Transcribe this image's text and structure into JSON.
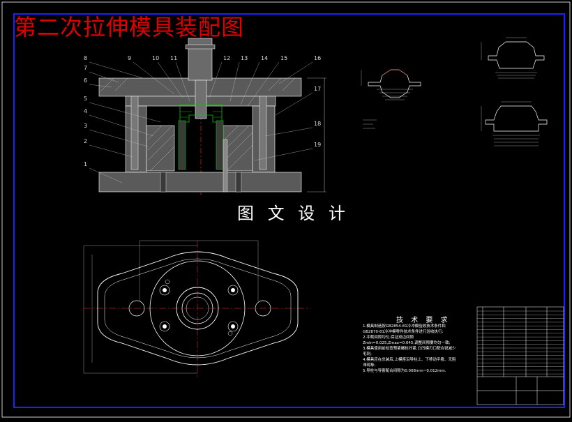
{
  "drawing": {
    "title": "第二次拉伸模具装配图",
    "caption": "图 文 设 计"
  },
  "callouts": [
    "1",
    "2",
    "3",
    "4",
    "5",
    "6",
    "7",
    "8",
    "9",
    "10",
    "11",
    "12",
    "13",
    "14",
    "15",
    "16",
    "17",
    "18",
    "19"
  ],
  "technical_requirements": {
    "heading": "技 术 要 求",
    "lines": [
      "1.模具制造按GB2854-81冷冲模验收技术条件和",
      "GB2870-81冷冲模零件技术条件进行验收执行;",
      "2.冲裁间隙均匀,保证双边间隙",
      "Zmin=0.025,Zmax=0.045,调整间隙要均匀一致;",
      "3.模具使用前检查预紧螺栓拧紧,凸凹模刃口配合锐减少",
      "毛刺;",
      "4.模具应在总装后,上模座沿导柱上、下移动平稳、无阻",
      "滞现象;",
      "5.导柱与导套配合间隙为0.008mm~0.012mm."
    ]
  },
  "colors": {
    "background": "#000000",
    "frame": "#2020ff",
    "title": "#e00000",
    "part_fill": "#5a5a5a",
    "hatch": "#00c800",
    "outline": "#ffffff"
  }
}
